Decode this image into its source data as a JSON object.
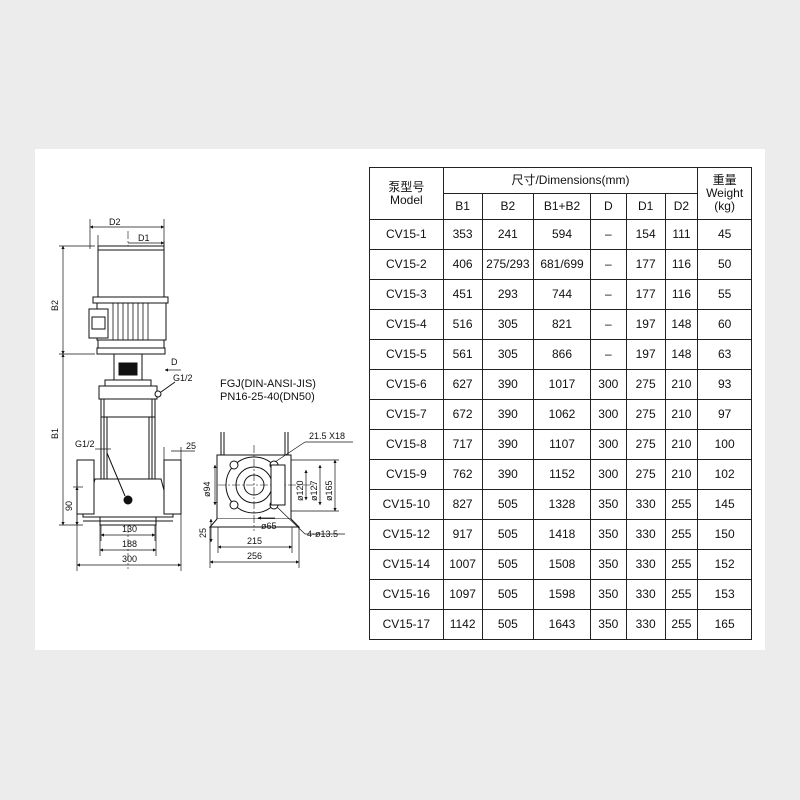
{
  "drawing": {
    "dims": {
      "d2": "D2",
      "d1": "D1",
      "b2": "B2",
      "b1": "B1",
      "d": "D",
      "g12_top": "G1/2",
      "g12_left": "G1/2",
      "h90": "90",
      "w130": "130",
      "w188": "188",
      "w300": "300",
      "w25": "25",
      "flange_std": "FGJ(DIN-ANSI-JIS)",
      "flange_pn": "PN16-25-40(DN50)",
      "slot": "21.5 X18",
      "phi94": "ø94",
      "phi120": "ø120",
      "phi127": "ø127",
      "phi165": "ø165",
      "phi65": "ø65",
      "h25": "25",
      "w215": "215",
      "w256": "256",
      "holes": "4-ø13.5"
    }
  },
  "table": {
    "header": {
      "model_cn": "泵型号",
      "model_en": "Model",
      "dimensions": "尺寸/Dimensions(mm)",
      "weight_cn": "重量",
      "weight_en": "Weight",
      "weight_unit": "(kg)",
      "cols": [
        "B1",
        "B2",
        "B1+B2",
        "D",
        "D1",
        "D2"
      ]
    },
    "rows": [
      {
        "model": "CV15-1",
        "b1": "353",
        "b2": "241",
        "b1b2": "594",
        "d": "–",
        "d1": "154",
        "d2": "111",
        "weight": "45"
      },
      {
        "model": "CV15-2",
        "b1": "406",
        "b2": "275/293",
        "b1b2": "681/699",
        "d": "–",
        "d1": "177",
        "d2": "116",
        "weight": "50"
      },
      {
        "model": "CV15-3",
        "b1": "451",
        "b2": "293",
        "b1b2": "744",
        "d": "–",
        "d1": "177",
        "d2": "116",
        "weight": "55"
      },
      {
        "model": "CV15-4",
        "b1": "516",
        "b2": "305",
        "b1b2": "821",
        "d": "–",
        "d1": "197",
        "d2": "148",
        "weight": "60"
      },
      {
        "model": "CV15-5",
        "b1": "561",
        "b2": "305",
        "b1b2": "866",
        "d": "–",
        "d1": "197",
        "d2": "148",
        "weight": "63"
      },
      {
        "model": "CV15-6",
        "b1": "627",
        "b2": "390",
        "b1b2": "1017",
        "d": "300",
        "d1": "275",
        "d2": "210",
        "weight": "93"
      },
      {
        "model": "CV15-7",
        "b1": "672",
        "b2": "390",
        "b1b2": "1062",
        "d": "300",
        "d1": "275",
        "d2": "210",
        "weight": "97"
      },
      {
        "model": "CV15-8",
        "b1": "717",
        "b2": "390",
        "b1b2": "1107",
        "d": "300",
        "d1": "275",
        "d2": "210",
        "weight": "100"
      },
      {
        "model": "CV15-9",
        "b1": "762",
        "b2": "390",
        "b1b2": "1152",
        "d": "300",
        "d1": "275",
        "d2": "210",
        "weight": "102"
      },
      {
        "model": "CV15-10",
        "b1": "827",
        "b2": "505",
        "b1b2": "1328",
        "d": "350",
        "d1": "330",
        "d2": "255",
        "weight": "145"
      },
      {
        "model": "CV15-12",
        "b1": "917",
        "b2": "505",
        "b1b2": "1418",
        "d": "350",
        "d1": "330",
        "d2": "255",
        "weight": "150"
      },
      {
        "model": "CV15-14",
        "b1": "1007",
        "b2": "505",
        "b1b2": "1508",
        "d": "350",
        "d1": "330",
        "d2": "255",
        "weight": "152"
      },
      {
        "model": "CV15-16",
        "b1": "1097",
        "b2": "505",
        "b1b2": "1598",
        "d": "350",
        "d1": "330",
        "d2": "255",
        "weight": "153"
      },
      {
        "model": "CV15-17",
        "b1": "1142",
        "b2": "505",
        "b1b2": "1643",
        "d": "350",
        "d1": "330",
        "d2": "255",
        "weight": "165"
      }
    ]
  }
}
